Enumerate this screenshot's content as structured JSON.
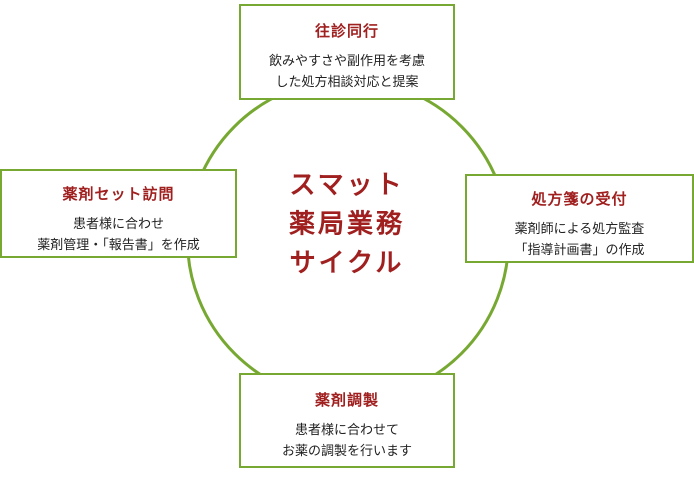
{
  "colors": {
    "green": "#76a832",
    "title_red": "#a01f1f",
    "body": "#222222"
  },
  "center": {
    "lines": [
      "スマット",
      "薬局業務",
      "サイクル"
    ]
  },
  "nodes": [
    {
      "position": "top",
      "title": "往診同行",
      "lines": [
        "飲みやすさや副作用を考慮",
        "した処方相談対応と提案"
      ]
    },
    {
      "position": "right",
      "title": "処方箋の受付",
      "lines": [
        "薬剤師による処方監査",
        "「指導計画書」の作成"
      ]
    },
    {
      "position": "bottom",
      "title": "薬剤調製",
      "lines": [
        "患者様に合わせて",
        "お薬の調製を行います"
      ]
    },
    {
      "position": "left",
      "title": "薬剤セット訪問",
      "lines": [
        "患者様に合わせ",
        "薬剤管理・「報告書」を作成"
      ]
    }
  ]
}
